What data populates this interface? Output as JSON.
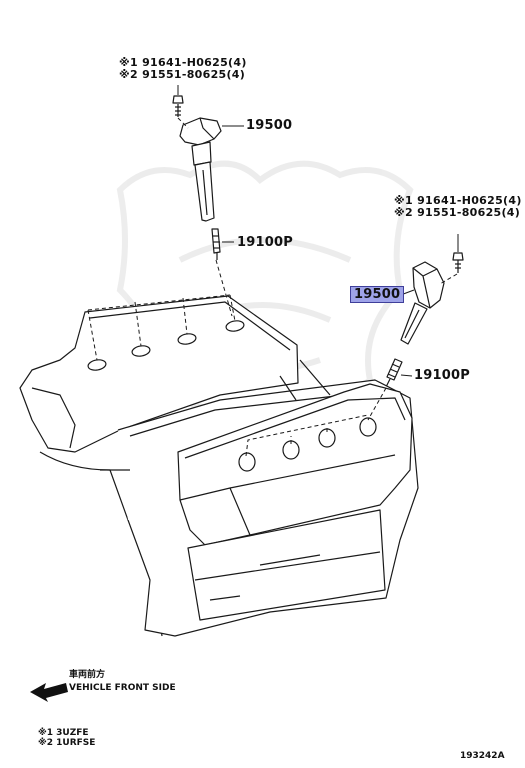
{
  "callouts": {
    "bolt_top": [
      "※1 91641-H0625(4)",
      "※2 91551-80625(4)"
    ],
    "coil_top": "19500",
    "plug_top": "19100P",
    "bolt_right": [
      "※1 91641-H0625(4)",
      "※2 91551-80625(4)"
    ],
    "coil_right": "19500",
    "plug_right": "19100P"
  },
  "direction": {
    "japanese": "車両前方",
    "english": "VEHICLE FRONT SIDE"
  },
  "notes": [
    "※1 3UZFE",
    "※2 1URFSE"
  ],
  "diagram_id": "193242A",
  "highlight_color": "#9ea3e8"
}
